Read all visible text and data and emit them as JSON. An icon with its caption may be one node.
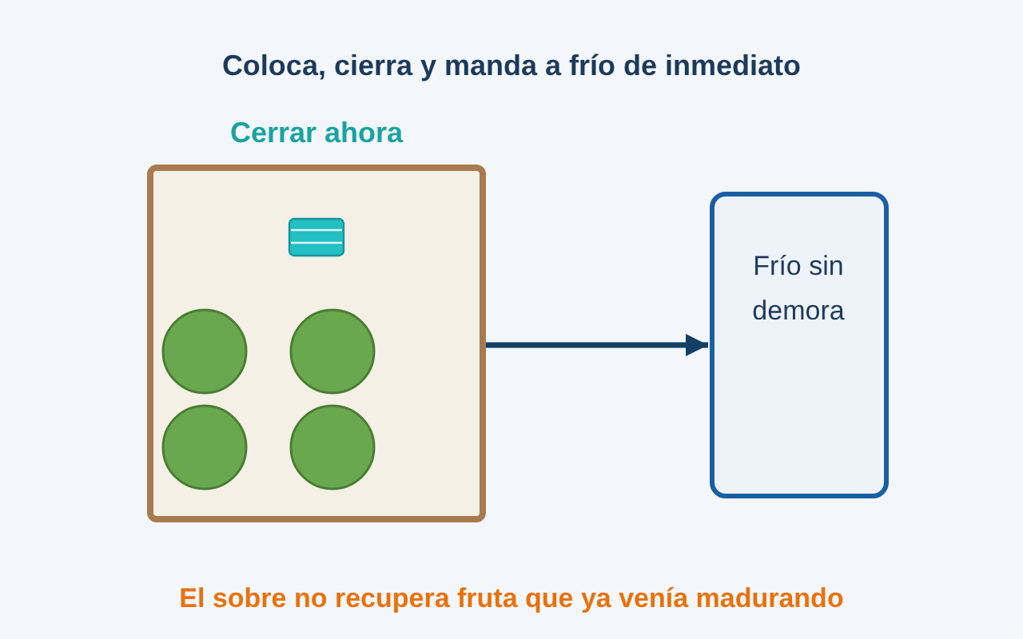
{
  "diagram": {
    "title": "Coloca, cierra y manda a frío de inmediato",
    "caption": "El sobre no recupera fruta que ya venía madurando",
    "nodes": [
      {
        "text": [
          "Cerrar ahora"
        ]
      },
      {
        "text": [
          "Frío sin demora"
        ]
      }
    ],
    "edges": [
      {
        "from": 0,
        "to": 1,
        "arrow": "to"
      }
    ]
  }
}
